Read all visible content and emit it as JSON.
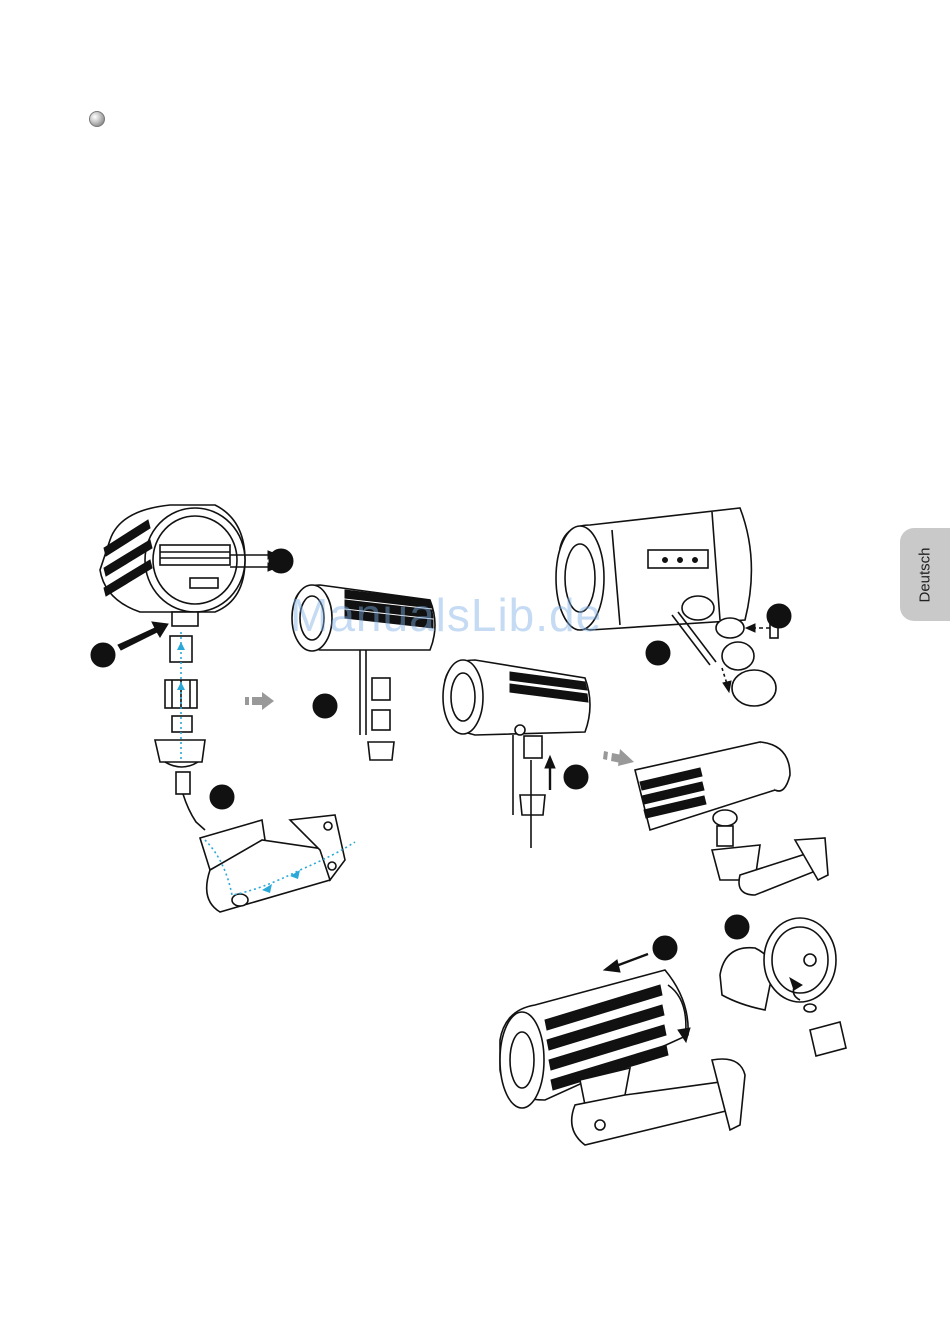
{
  "page": {
    "side_tab_label": "Deutsch",
    "watermark_text": "ManualsLib.de",
    "accent_color": "#2aa8d8",
    "tab_color": "#c9c9c9"
  },
  "icons": {
    "bullet": "grey-sphere-bullet",
    "step_markers": "black-circle-markers",
    "arrows": [
      "black-arrow",
      "grey-dashed-arrow",
      "dashed-arrow"
    ]
  }
}
